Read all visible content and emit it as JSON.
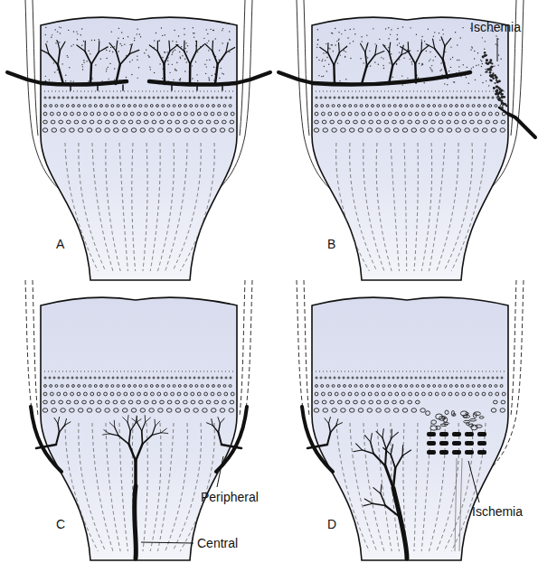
{
  "diagram": {
    "labels": [
      "A",
      "Ischemia",
      "B",
      "Peripheral",
      "C",
      "Central",
      "Ischemia",
      "D"
    ]
  }
}
